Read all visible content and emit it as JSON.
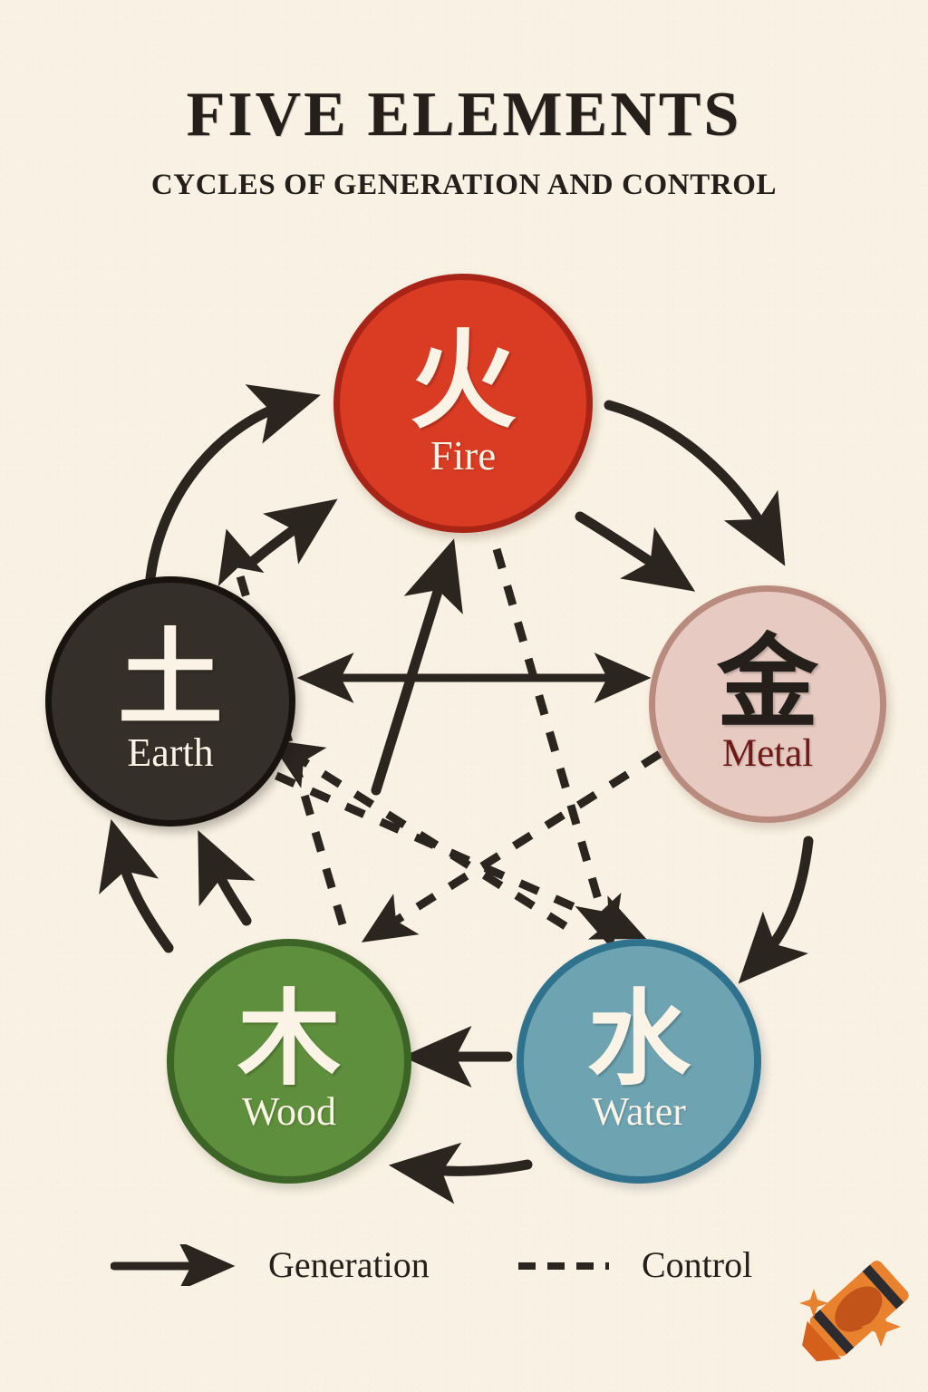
{
  "poster": {
    "title": "FIVE ELEMENTS",
    "subtitle": "CYCLES OF GENERATION AND CONTROL",
    "background_color": "#F9F1E3",
    "ink_color": "#241F1B"
  },
  "elements": [
    {
      "key": "fire",
      "glyph": "火",
      "label": "Fire",
      "fill": "#D93B23",
      "stroke": "#A82417",
      "text_color": "#FBF3E6",
      "position": "top"
    },
    {
      "key": "metal",
      "glyph": "金",
      "label": "Metal",
      "fill": "#E7CBC2",
      "stroke": "#B98B7E",
      "text_color": "#6E1A16",
      "position": "right"
    },
    {
      "key": "water",
      "glyph": "水",
      "label": "Water",
      "fill": "#6EA4B2",
      "stroke": "#2F728D",
      "text_color": "#FBF3E6",
      "position": "bottom-right"
    },
    {
      "key": "wood",
      "glyph": "木",
      "label": "Wood",
      "fill": "#5E8F3C",
      "stroke": "#3B6426",
      "text_color": "#FBF3E6",
      "position": "bottom-left"
    },
    {
      "key": "earth",
      "glyph": "土",
      "label": "Earth",
      "fill": "#352F29",
      "stroke": "#17140F",
      "text_color": "#FBF3E6",
      "position": "left"
    }
  ],
  "legend": {
    "generation_label": "Generation",
    "control_label": "Control",
    "generation_style": "solid-arrow",
    "control_style": "dashed-line"
  },
  "chart_data": {
    "type": "diagram",
    "title": "FIVE ELEMENTS",
    "subtitle": "CYCLES OF GENERATION AND CONTROL",
    "nodes": [
      "Fire",
      "Metal",
      "Water",
      "Wood",
      "Earth"
    ],
    "generation_cycle": [
      {
        "from": "Earth",
        "to": "Fire",
        "style": "solid"
      },
      {
        "from": "Fire",
        "to": "Metal",
        "style": "solid"
      },
      {
        "from": "Metal",
        "to": "Water",
        "style": "solid"
      },
      {
        "from": "Water",
        "to": "Wood",
        "style": "solid"
      },
      {
        "from": "Wood",
        "to": "Earth",
        "style": "solid"
      }
    ],
    "control_cycle": [
      {
        "from": "Fire",
        "to": "Metal",
        "style": "dashed"
      },
      {
        "from": "Metal",
        "to": "Wood",
        "style": "dashed"
      },
      {
        "from": "Wood",
        "to": "Earth",
        "style": "dashed"
      },
      {
        "from": "Earth",
        "to": "Water",
        "style": "dashed"
      },
      {
        "from": "Water",
        "to": "Fire",
        "style": "dashed"
      }
    ],
    "extra_links": [
      {
        "from": "Earth",
        "to": "Metal",
        "style": "solid",
        "arrows": "both"
      },
      {
        "from": "Wood",
        "to": "Fire",
        "style": "solid",
        "arrows": "end"
      }
    ],
    "legend": [
      "Generation",
      "Control"
    ]
  },
  "watermark": {
    "icon": "crayon-icon",
    "body_color": "#E8822E",
    "tip_color": "#D4601C",
    "band_color": "#2C2C30",
    "sparkle_color": "#E8822E"
  }
}
